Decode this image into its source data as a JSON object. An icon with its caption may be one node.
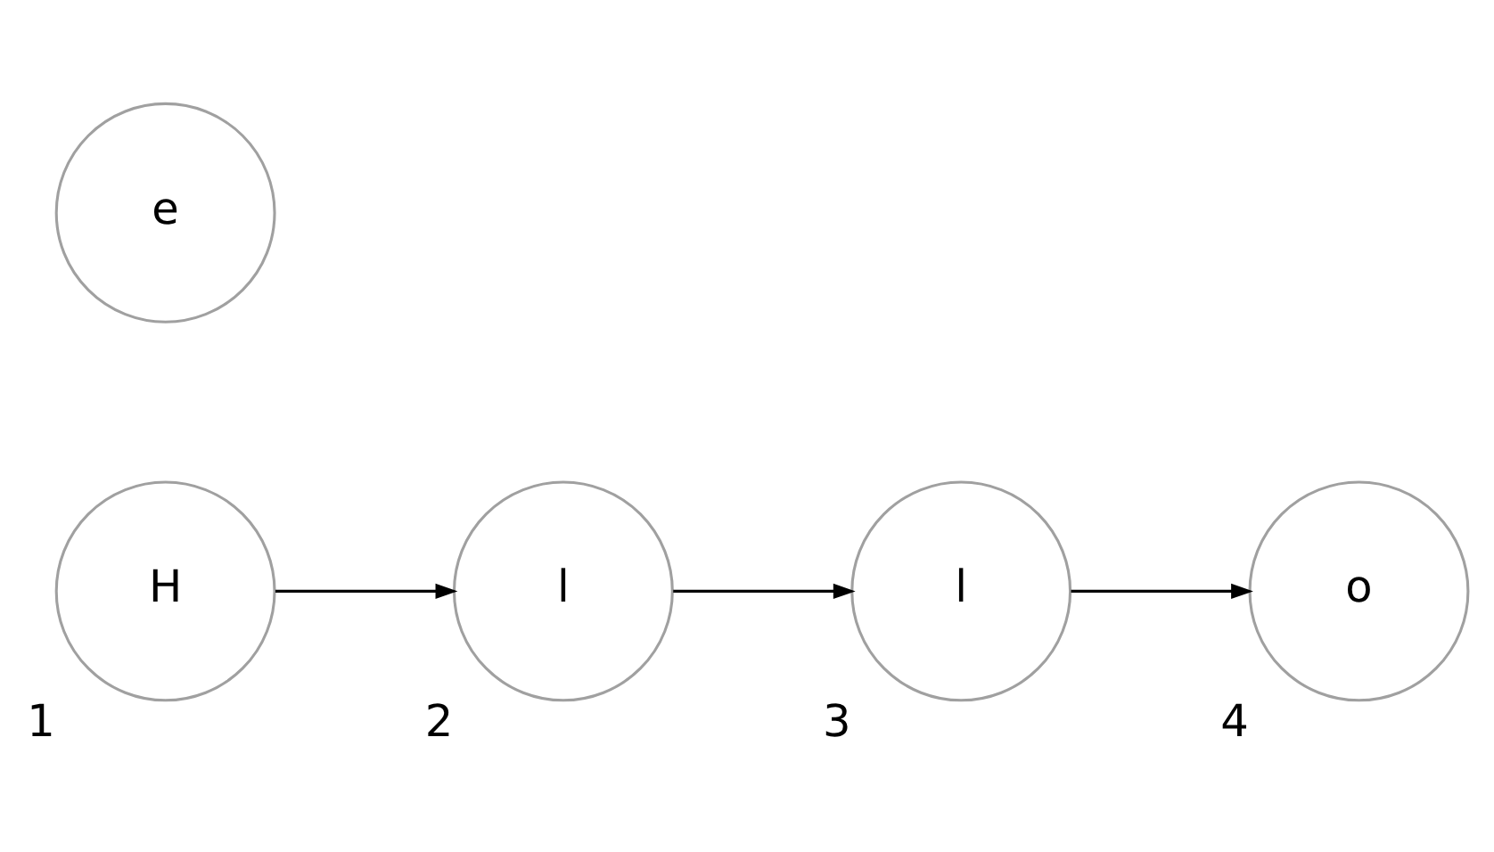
{
  "diagram": {
    "nodes": [
      {
        "text": [
          "H"
        ],
        "beside": [
          "1"
        ]
      },
      {
        "text": [
          "e"
        ]
      },
      {
        "text": [
          "l"
        ],
        "beside": [
          "2"
        ]
      },
      {
        "text": [
          "l"
        ],
        "beside": [
          "3"
        ]
      },
      {
        "text": [
          "o"
        ],
        "beside": [
          "4"
        ]
      }
    ],
    "edges": [
      {
        "from": 0,
        "to": 2,
        "arrow": "to"
      },
      {
        "from": 2,
        "to": 3,
        "arrow": "to"
      },
      {
        "from": 3,
        "to": 4,
        "arrow": "to"
      }
    ]
  }
}
